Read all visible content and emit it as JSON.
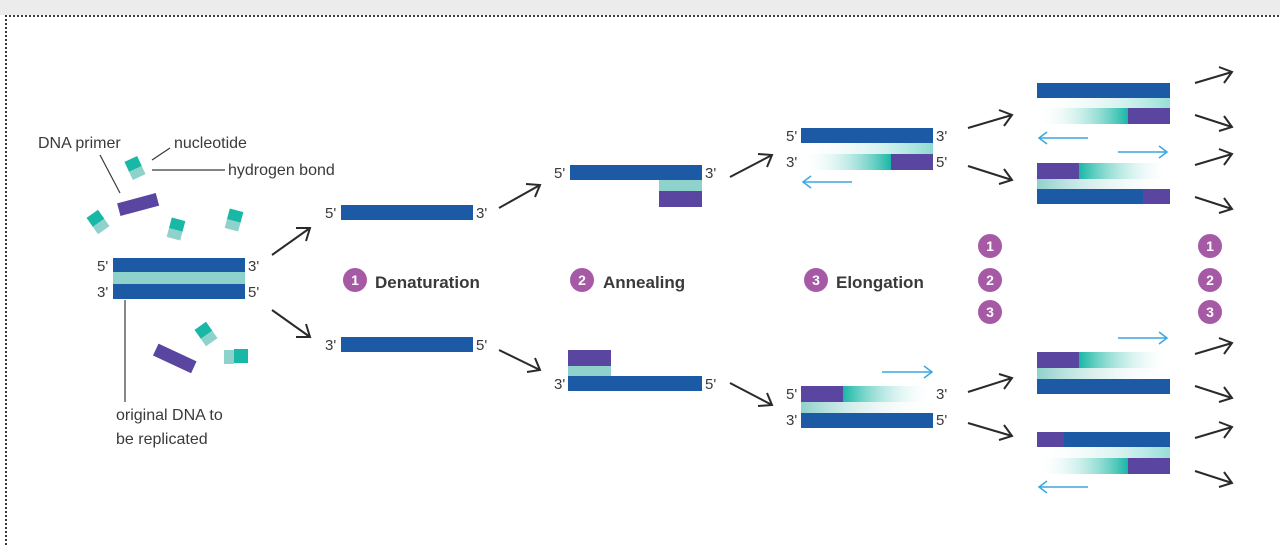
{
  "labels": {
    "dna_primer": "DNA primer",
    "nucleotide": "nucleotide",
    "hydrogen_bond": "hydrogen bond",
    "original_dna_line1": "original DNA to",
    "original_dna_line2": "be replicated"
  },
  "ends": {
    "five": "5'",
    "three": "3'"
  },
  "steps": [
    {
      "number": "1",
      "label": "Denaturation"
    },
    {
      "number": "2",
      "label": "Annealing"
    },
    {
      "number": "3",
      "label": "Elongation"
    }
  ],
  "cycle_numbers": [
    "1",
    "2",
    "3"
  ],
  "colors": {
    "strand": "#1c5aa6",
    "hydrogen_bond": "#8fd1cb",
    "primer": "#5a45a0",
    "nucleotide": "#19b7a5",
    "new_strand_gradient": "#19b7a5",
    "direction_arrow": "#3aa7e0",
    "step_badge": "#a65aa6",
    "text": "#3a3a3a"
  }
}
